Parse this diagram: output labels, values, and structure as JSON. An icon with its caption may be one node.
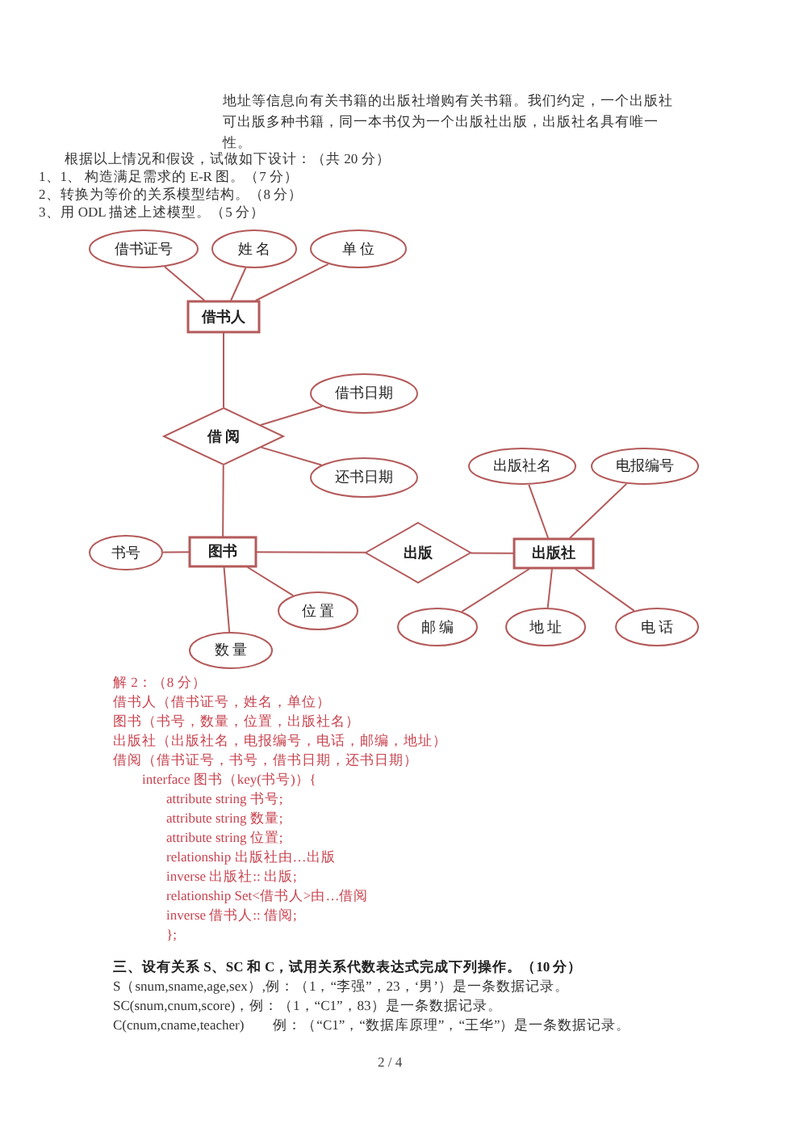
{
  "diagram": {
    "nodes": [
      {
        "text": [
          "借书证号"
        ]
      },
      {
        "text": [
          "姓 名"
        ]
      },
      {
        "text": [
          "单 位"
        ]
      },
      {
        "text": [
          "借书人"
        ]
      },
      {
        "text": [
          "借 阅"
        ]
      },
      {
        "text": [
          "借书日期"
        ]
      },
      {
        "text": [
          "还书日期"
        ]
      },
      {
        "text": [
          "书号"
        ]
      },
      {
        "text": [
          "图书"
        ]
      },
      {
        "text": [
          "出版"
        ]
      },
      {
        "text": [
          "出版社"
        ]
      },
      {
        "text": [
          "出版社名"
        ]
      },
      {
        "text": [
          "电报编号"
        ]
      },
      {
        "text": [
          "位 置"
        ]
      },
      {
        "text": [
          "数 量"
        ]
      },
      {
        "text": [
          "邮 编"
        ]
      },
      {
        "text": [
          "地 址"
        ]
      },
      {
        "text": [
          "电 话"
        ]
      }
    ],
    "edges": [
      {
        "from": 0,
        "to": 3,
        "arrow": "none"
      },
      {
        "from": 1,
        "to": 3,
        "arrow": "none"
      },
      {
        "from": 2,
        "to": 3,
        "arrow": "none"
      },
      {
        "from": 3,
        "to": 4,
        "arrow": "none"
      },
      {
        "from": 4,
        "to": 5,
        "arrow": "none"
      },
      {
        "from": 4,
        "to": 6,
        "arrow": "none"
      },
      {
        "from": 4,
        "to": 8,
        "arrow": "none"
      },
      {
        "from": 7,
        "to": 8,
        "arrow": "none"
      },
      {
        "from": 8,
        "to": 9,
        "arrow": "none"
      },
      {
        "from": 9,
        "to": 10,
        "arrow": "none"
      },
      {
        "from": 11,
        "to": 10,
        "arrow": "none"
      },
      {
        "from": 12,
        "to": 10,
        "arrow": "none"
      },
      {
        "from": 8,
        "to": 13,
        "arrow": "none"
      },
      {
        "from": 8,
        "to": 14,
        "arrow": "none"
      },
      {
        "from": 10,
        "to": 15,
        "arrow": "none"
      },
      {
        "from": 10,
        "to": 16,
        "arrow": "none"
      },
      {
        "from": 10,
        "to": 17,
        "arrow": "none"
      }
    ],
    "labels": [
      "地址等信息向有关书籍的出版社增购有关书籍。我们约定，一个出版社可出版多种书籍，同一本书仅为一个出版社出版，出版社名具有唯一性。",
      "根据以上情况和假设，试做如下设计：（共 20 分）",
      "1、1、 构造满足需求的 E-R 图。（7 分）",
      "2、转换为等价的关系模型结构。（8 分）",
      "3、用 ODL 描述上述模型。（5 分）",
      "解 2：（8 分）",
      "借书人（借书证号，姓名，单位）",
      "图书（书号，数量，位置，出版社名）",
      "出版社（出版社名，电报编号，电话，邮编，地址）",
      "借阅（借书证号，书号，借书日期，还书日期）",
      "interface 图书（key(书号)）{",
      "attribute string 书号;",
      "attribute string 数量;",
      "attribute string 位置;",
      "relationship 出版社由…出版",
      "inverse 出版社:: 出版;",
      "relationship Set<借书人>由…借阅",
      "inverse 借书人:: 借阅;",
      "};",
      "三、设有关系 S、SC 和 C，试用关系代数表达式完成下列操作。（10 分）",
      "S（snum,sname,age,sex）,例：（1，“李强”，23，‘男’）是一条数据记录。",
      "SC(snum,cnum,score)，例：（1，“C1”，83）是一条数据记录。",
      "C(cnum,cname,teacher)　　例：（“C1”，“数据库原理”，“王华”）是一条数据记录。",
      "2 / 4"
    ]
  }
}
